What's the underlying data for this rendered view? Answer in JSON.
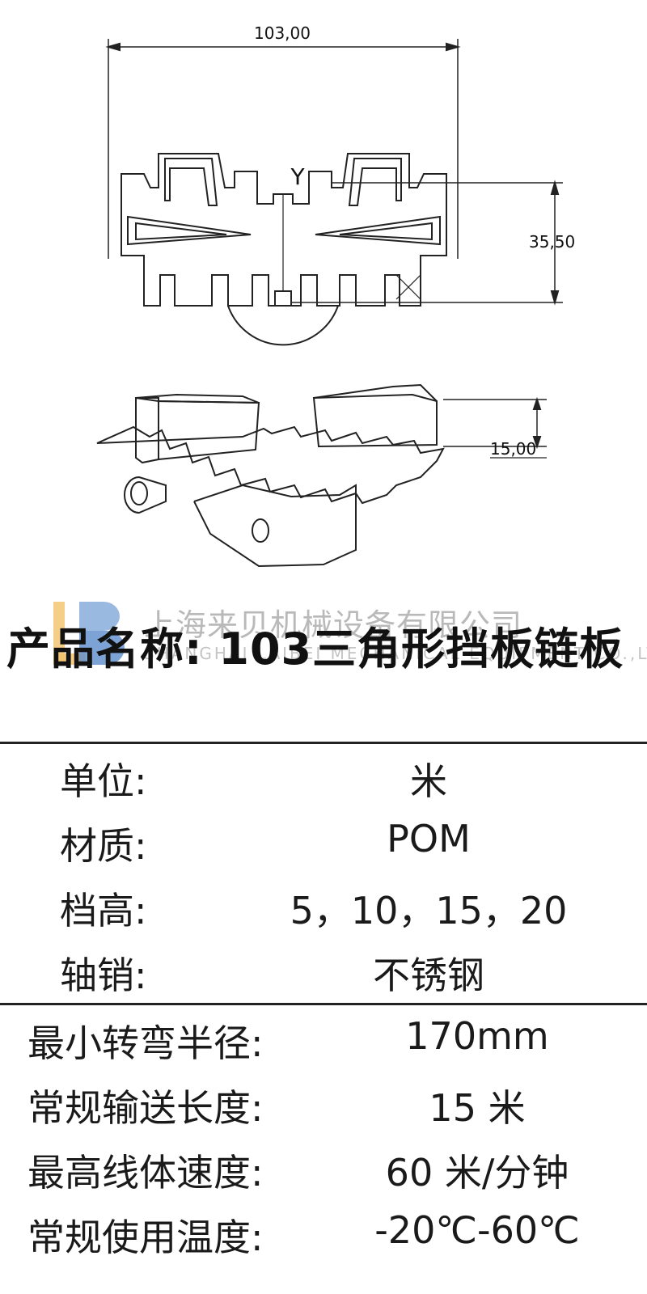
{
  "drawing": {
    "dim_width": "103,00",
    "dim_height": "35,50",
    "dim_side": "15,00",
    "axis_label": "Y"
  },
  "watermark": {
    "company_cn": "上海来贝机械设备有限公司",
    "company_en": "SHANGHAI LAIBEI MECHANICAL EQUIPMENT CO.,LTD",
    "logo_letters": "LB"
  },
  "product": {
    "title": "产品名称: 103三角形挡板链板"
  },
  "specs": [
    {
      "label": "单位:",
      "value": "米"
    },
    {
      "label": "材质:",
      "value": "POM"
    },
    {
      "label": "档高:",
      "value": "5，10，15，20"
    },
    {
      "label": "轴销:",
      "value": "不锈钢"
    }
  ],
  "performance": [
    {
      "label": "最小转弯半径:",
      "value": "170mm"
    },
    {
      "label": "常规输送长度:",
      "value": "15 米"
    },
    {
      "label": "最高线体速度:",
      "value": "60 米/分钟"
    },
    {
      "label": "常规使用温度:",
      "value": "-20℃-60℃"
    }
  ]
}
